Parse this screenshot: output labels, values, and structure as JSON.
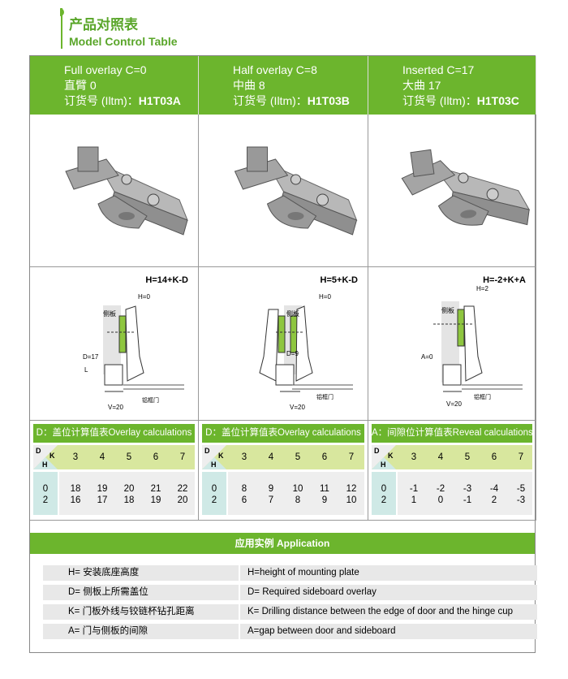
{
  "title": {
    "cn": "产品对照表",
    "en": "Model Control Table"
  },
  "models": [
    {
      "name": "Full overlay C=0",
      "cn": "直臂 0",
      "item_label": "订货号 (Iltm)：",
      "item": "H1T03A",
      "formula": "H=14+K-D",
      "labels": {
        "h": "H=0",
        "side": "侧板",
        "d": "D=17",
        "l": "L",
        "v": "V=20"
      }
    },
    {
      "name": "Half overlay C=8",
      "cn": "中曲 8",
      "item_label": "订货号 (Iltm)：",
      "item": "H1T03B",
      "formula": "H=5+K-D",
      "labels": {
        "h": "H=0",
        "side": "侧板",
        "d": "D=9",
        "door": "铝框门",
        "v": "V=20"
      }
    },
    {
      "name": "Inserted C=17",
      "cn": "大曲 17",
      "item_label": "订货号 (Iltm)：",
      "item": "H1T03C",
      "formula": "H=-2+K+A",
      "labels": {
        "h": "H=2",
        "side": "侧板",
        "a": "A=0",
        "door": "铝框门",
        "v": "V=20"
      }
    }
  ],
  "door_label": "铝框门",
  "calc": [
    {
      "title": "D：盖位计算值表Overlay calculations",
      "corner": {
        "d": "D",
        "k": "K",
        "h": "H"
      },
      "k": [
        "3",
        "4",
        "5",
        "6",
        "7"
      ],
      "rows": [
        {
          "h": "0",
          "v": [
            "18",
            "19",
            "20",
            "21",
            "22"
          ]
        },
        {
          "h": "2",
          "v": [
            "16",
            "17",
            "18",
            "19",
            "20"
          ]
        }
      ]
    },
    {
      "title": "D：盖位计算值表Overlay calculations",
      "corner": {
        "d": "D",
        "k": "K",
        "h": "H"
      },
      "k": [
        "3",
        "4",
        "5",
        "6",
        "7"
      ],
      "rows": [
        {
          "h": "0",
          "v": [
            "8",
            "9",
            "10",
            "11",
            "12"
          ]
        },
        {
          "h": "2",
          "v": [
            "6",
            "7",
            "8",
            "9",
            "10"
          ]
        }
      ]
    },
    {
      "title": "A：间隙位计算值表Reveal calculations",
      "corner": {
        "d": "D",
        "k": "K",
        "h": "H"
      },
      "k": [
        "3",
        "4",
        "5",
        "6",
        "7"
      ],
      "rows": [
        {
          "h": "0",
          "v": [
            "-1",
            "-2",
            "-3",
            "-4",
            "-5"
          ]
        },
        {
          "h": "2",
          "v": [
            "1",
            "0",
            "-1",
            "2",
            "-3"
          ]
        }
      ]
    }
  ],
  "application": {
    "title": "应用实例  Application",
    "rows": [
      {
        "cn": "H= 安装底座高度",
        "en": "H=height of mounting plate"
      },
      {
        "cn": "D= 侧板上所需盖位",
        "en": "D= Required sideboard overlay"
      },
      {
        "cn": "K= 门板外线与铰链杯钻孔距离",
        "en": "K= Drilling distance between the edge of door and the hinge cup"
      },
      {
        "cn": "A= 门与侧板的间隙",
        "en": "A=gap between door and sideboard"
      }
    ]
  },
  "colors": {
    "green": "#6cb52d",
    "light_green": "#d8e79e",
    "teal": "#cfe9e6"
  }
}
